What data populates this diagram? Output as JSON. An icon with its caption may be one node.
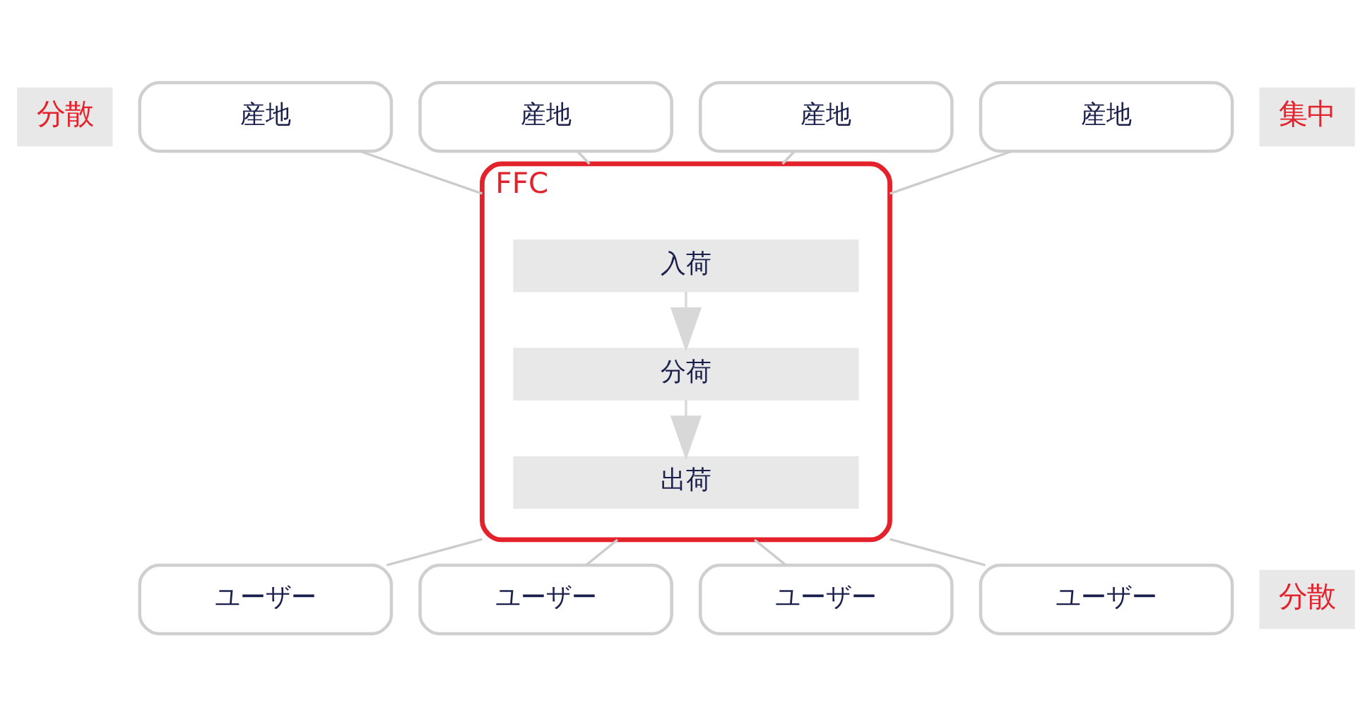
{
  "diagram": {
    "nodes": [
      {
        "text": [
          "分散"
        ]
      },
      {
        "text": [
          "産地"
        ]
      },
      {
        "text": [
          "産地"
        ]
      },
      {
        "text": [
          "産地"
        ]
      },
      {
        "text": [
          "産地"
        ]
      },
      {
        "text": [
          "集中"
        ]
      },
      {
        "text": [
          "FFC"
        ]
      },
      {
        "text": [
          "入荷"
        ],
        "in": 6
      },
      {
        "text": [
          "分荷"
        ],
        "in": 6
      },
      {
        "text": [
          "出荷"
        ],
        "in": 6
      },
      {
        "text": [
          "分散"
        ]
      },
      {
        "text": [
          "ユーザー"
        ]
      },
      {
        "text": [
          "ユーザー"
        ]
      },
      {
        "text": [
          "ユーザー"
        ]
      },
      {
        "text": [
          "ユーザー"
        ]
      }
    ],
    "edges": [
      {
        "from": 1,
        "to": 6,
        "arrow": "none"
      },
      {
        "from": 2,
        "to": 6,
        "arrow": "none"
      },
      {
        "from": 3,
        "to": 6,
        "arrow": "none"
      },
      {
        "from": 4,
        "to": 6,
        "arrow": "none"
      },
      {
        "from": 7,
        "to": 8,
        "arrow": "to"
      },
      {
        "from": 8,
        "to": 9,
        "arrow": "to"
      },
      {
        "from": 6,
        "to": 11,
        "arrow": "none"
      },
      {
        "from": 6,
        "to": 12,
        "arrow": "none"
      },
      {
        "from": 6,
        "to": 13,
        "arrow": "none"
      },
      {
        "from": 6,
        "to": 14,
        "arrow": "none"
      }
    ]
  }
}
